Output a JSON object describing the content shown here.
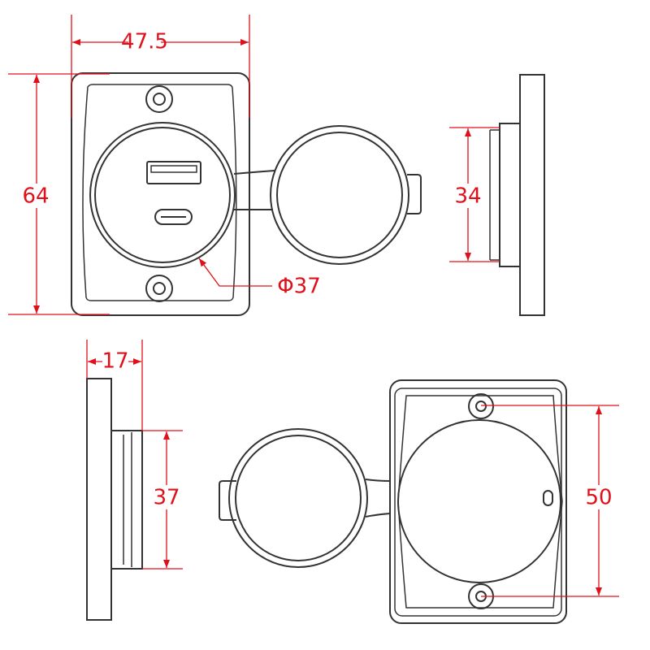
{
  "title": "USB socket panel dimension drawing",
  "colors": {
    "dimension": "#e0101a",
    "outline": "#333333"
  },
  "dimensions": {
    "front_width": "47.5",
    "front_height": "64",
    "socket_diameter": "Φ37",
    "side_step_height": "34",
    "side_depth": "17",
    "side_body_height": "37",
    "hole_spacing": "50"
  },
  "views": [
    "front-view",
    "side-view-right",
    "side-view-left",
    "rear-view"
  ]
}
